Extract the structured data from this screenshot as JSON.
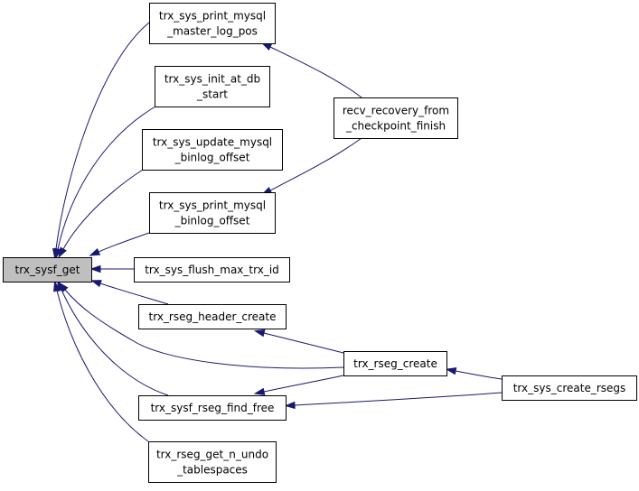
{
  "graph": {
    "nodes": [
      {
        "id": "trx_sysf_get",
        "lines": [
          "trx_sysf_get"
        ],
        "highlight": true
      },
      {
        "id": "print_master",
        "lines": [
          "trx_sys_print_mysql",
          "_master_log_pos"
        ]
      },
      {
        "id": "init_db",
        "lines": [
          "trx_sys_init_at_db",
          "_start"
        ]
      },
      {
        "id": "update_binlog",
        "lines": [
          "trx_sys_update_mysql",
          "_binlog_offset"
        ]
      },
      {
        "id": "print_binlog",
        "lines": [
          "trx_sys_print_mysql",
          "_binlog_offset"
        ]
      },
      {
        "id": "flush_max",
        "lines": [
          "trx_sys_flush_max_trx_id"
        ]
      },
      {
        "id": "rseg_header",
        "lines": [
          "trx_rseg_header_create"
        ]
      },
      {
        "id": "rseg_find_free",
        "lines": [
          "trx_sysf_rseg_find_free"
        ]
      },
      {
        "id": "rseg_undo",
        "lines": [
          "trx_rseg_get_n_undo",
          "_tablespaces"
        ]
      },
      {
        "id": "recv_recovery",
        "lines": [
          "recv_recovery_from",
          "_checkpoint_finish"
        ]
      },
      {
        "id": "rseg_create",
        "lines": [
          "trx_rseg_create"
        ]
      },
      {
        "id": "create_rsegs",
        "lines": [
          "trx_sys_create_rsegs"
        ]
      }
    ],
    "edges": [
      {
        "from": "print_master",
        "to": "trx_sysf_get"
      },
      {
        "from": "init_db",
        "to": "trx_sysf_get"
      },
      {
        "from": "update_binlog",
        "to": "trx_sysf_get"
      },
      {
        "from": "print_binlog",
        "to": "trx_sysf_get"
      },
      {
        "from": "flush_max",
        "to": "trx_sysf_get"
      },
      {
        "from": "rseg_header",
        "to": "trx_sysf_get"
      },
      {
        "from": "rseg_find_free",
        "to": "trx_sysf_get"
      },
      {
        "from": "rseg_undo",
        "to": "trx_sysf_get"
      },
      {
        "from": "rseg_create",
        "to": "trx_sysf_get"
      },
      {
        "from": "recv_recovery",
        "to": "print_master"
      },
      {
        "from": "recv_recovery",
        "to": "print_binlog"
      },
      {
        "from": "rseg_create",
        "to": "rseg_header"
      },
      {
        "from": "rseg_create",
        "to": "rseg_find_free"
      },
      {
        "from": "create_rsegs",
        "to": "rseg_create"
      },
      {
        "from": "create_rsegs",
        "to": "rseg_find_free"
      }
    ],
    "colors": {
      "edge": "#191970",
      "root_fill": "#bfbfbf",
      "node_fill": "#ffffff",
      "border": "#000000"
    }
  }
}
